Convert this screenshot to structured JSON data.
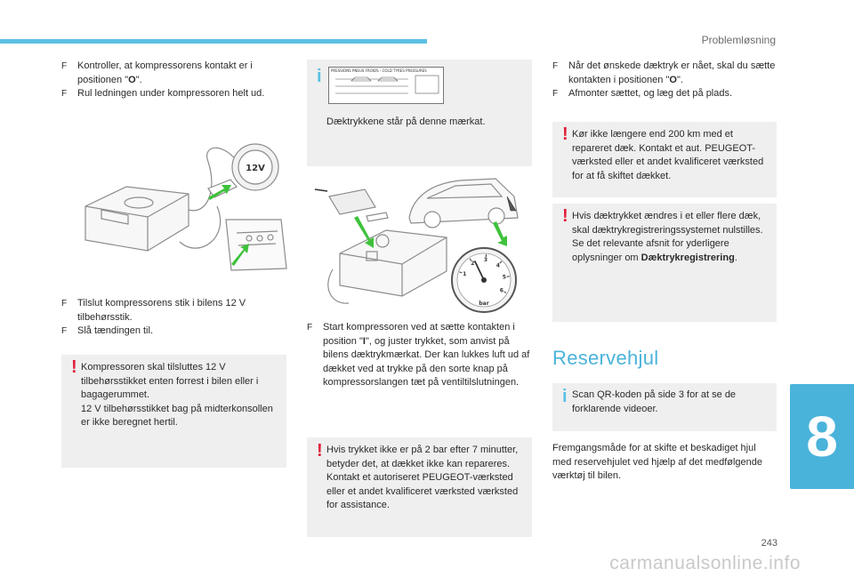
{
  "header": {
    "section_title": "Problemløsning",
    "chapter_number": "8",
    "page_number": "243",
    "watermark": "carmanualsonline.info"
  },
  "col1": {
    "steps_a": [
      {
        "marker": "F",
        "pre": "Kontroller, at kompressorens kontakt er i positionen \"",
        "bold": "O",
        "post": "\"."
      },
      {
        "marker": "F",
        "pre": "Rul ledningen under kompressoren helt ud.",
        "bold": "",
        "post": ""
      }
    ],
    "illustration": {
      "socket_label": "12V"
    },
    "steps_b": [
      {
        "marker": "F",
        "text": "Tilslut kompressorens stik i bilens 12 V tilbehørsstik."
      },
      {
        "marker": "F",
        "text": "Slå tændingen til."
      }
    ],
    "warning": {
      "icon": "!",
      "line1": "Kompressoren skal tilsluttes 12 V tilbehørsstikket enten forrest i bilen eller i bagagerummet.",
      "line2": "12 V tilbehørsstikket bag på midterkonsollen er ikke beregnet hertil."
    }
  },
  "col2": {
    "info": {
      "icon": "i",
      "label_text": "PRESSIONS PNEUS FROIDS - COLD TYRES PRESSURES",
      "caption": "Dæktrykkene står på denne mærkat."
    },
    "gauge": {
      "ticks": [
        "1",
        "2",
        "3",
        "4",
        "5",
        "6"
      ],
      "unit": "bar",
      "value_bar": 2.2,
      "max_bar": 6
    },
    "step": {
      "marker": "F",
      "pre": "Start kompressoren ved at sætte kontakten i position \"",
      "bold": "I",
      "post": "\", og juster trykket, som anvist på bilens dæktrykmærkat. Der kan lukkes luft ud af dækket ved at trykke på den sorte knap på kompressorslangen tæt på ventiltilslutningen."
    },
    "warning": {
      "icon": "!",
      "text": "Hvis trykket ikke er på 2 bar efter 7 minutter, betyder det, at dækket ikke kan repareres. Kontakt et autoriseret PEUGEOT-værksted eller et andet kvalificeret værksted værksted for assistance."
    }
  },
  "col3": {
    "steps": [
      {
        "marker": "F",
        "pre": "Når det ønskede dæktryk er nået, skal du sætte kontakten i positionen \"",
        "bold": "O",
        "post": "\"."
      },
      {
        "marker": "F",
        "pre": "Afmonter sættet, og læg det på plads.",
        "bold": "",
        "post": ""
      }
    ],
    "warning1": {
      "icon": "!",
      "text": "Kør ikke længere end 200 km med et repareret dæk. Kontakt et aut. PEUGEOT-værksted eller et andet kvalificeret værksted for at få skiftet dækket."
    },
    "warning2": {
      "icon": "!",
      "line1": "Hvis dæktrykket ændres i et eller flere dæk, skal dæktrykregistreringssystemet nulstilles.",
      "line2_pre": "Se det relevante afsnit for yderligere oplysninger om ",
      "line2_bold": "Dæktrykregistrering",
      "line2_post": "."
    },
    "heading": "Reservehjul",
    "info": {
      "icon": "i",
      "text": "Scan QR-koden på side 3 for at se de forklarende videoer."
    },
    "paragraph": "Fremgangsmåde for at skifte et beskadiget hjul med reservehjulet ved hjælp af det medfølgende værktøj til bilen."
  },
  "colors": {
    "accent": "#4ab3da",
    "warning": "#e0203b",
    "box_bg": "#efefef"
  }
}
